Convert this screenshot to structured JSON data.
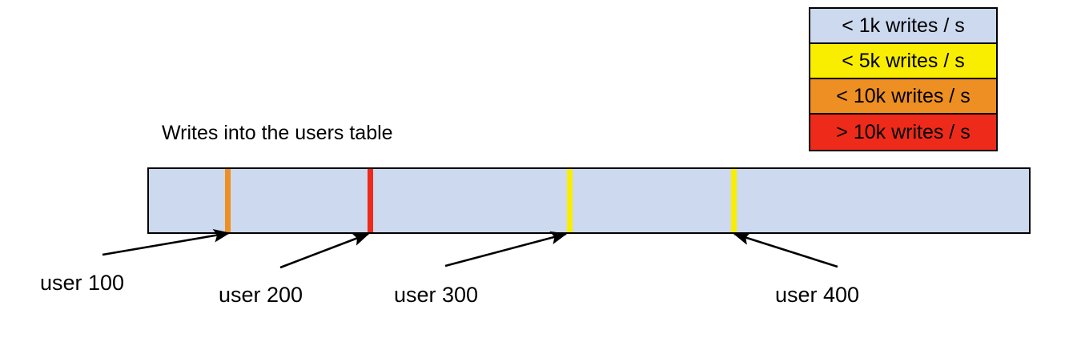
{
  "chart_data": {
    "type": "bar",
    "title": "Writes into the users table",
    "xlabel": "",
    "ylabel": "",
    "description": "Single horizontal band representing the users table key range, with colored vertical stripes marking hot rows by write rate.",
    "band": {
      "fill_color": "#ccd9ee",
      "border_color": "#000000",
      "base_category": "< 1k writes / s"
    },
    "categories": [
      "user 100",
      "user 200",
      "user 300",
      "user 400"
    ],
    "values": [
      "< 10k writes / s",
      "> 10k writes / s",
      "< 5k writes / s",
      "< 5k writes / s"
    ],
    "markers": [
      {
        "label": "user 100",
        "color": "#ed8f22",
        "tier": "< 10k writes / s",
        "x_pct": 9.5,
        "width": 7
      },
      {
        "label": "user 200",
        "color": "#ee2a1a",
        "tier": "> 10k writes / s",
        "x_pct": 25.1,
        "width": 7
      },
      {
        "label": "user 300",
        "color": "#faee00",
        "tier": "< 5k writes / s",
        "x_pct": 47.6,
        "width": 7
      },
      {
        "label": "user 400",
        "color": "#faee00",
        "tier": "< 5k writes / s",
        "x_pct": 66.1,
        "width": 7
      }
    ],
    "legend": {
      "position": "top-right",
      "entries": [
        {
          "label": "< 1k writes / s",
          "color": "#ccd9ee"
        },
        {
          "label": "< 5k writes / s",
          "color": "#faee00"
        },
        {
          "label": "< 10k writes / s",
          "color": "#ed8f22"
        },
        {
          "label": "> 10k writes / s",
          "color": "#ee2a1a"
        }
      ]
    }
  },
  "chart": {
    "title": "Writes into the users table"
  },
  "legend": {
    "entries": [
      {
        "label": "< 1k writes / s",
        "color": "#ccd9ee"
      },
      {
        "label": "< 5k writes / s",
        "color": "#faee00"
      },
      {
        "label": "< 10k writes / s",
        "color": "#ed8f22"
      },
      {
        "label": "> 10k writes / s",
        "color": "#ee2a1a"
      }
    ]
  },
  "annotations": [
    {
      "label": "user 100"
    },
    {
      "label": "user 200"
    },
    {
      "label": "user 300"
    },
    {
      "label": "user 400"
    }
  ],
  "colors": {
    "band_fill": "#ccd9ee",
    "stroke": "#000000",
    "tier_under_1k": "#ccd9ee",
    "tier_under_5k": "#faee00",
    "tier_under_10k": "#ed8f22",
    "tier_over_10k": "#ee2a1a",
    "background": "#ffffff"
  }
}
